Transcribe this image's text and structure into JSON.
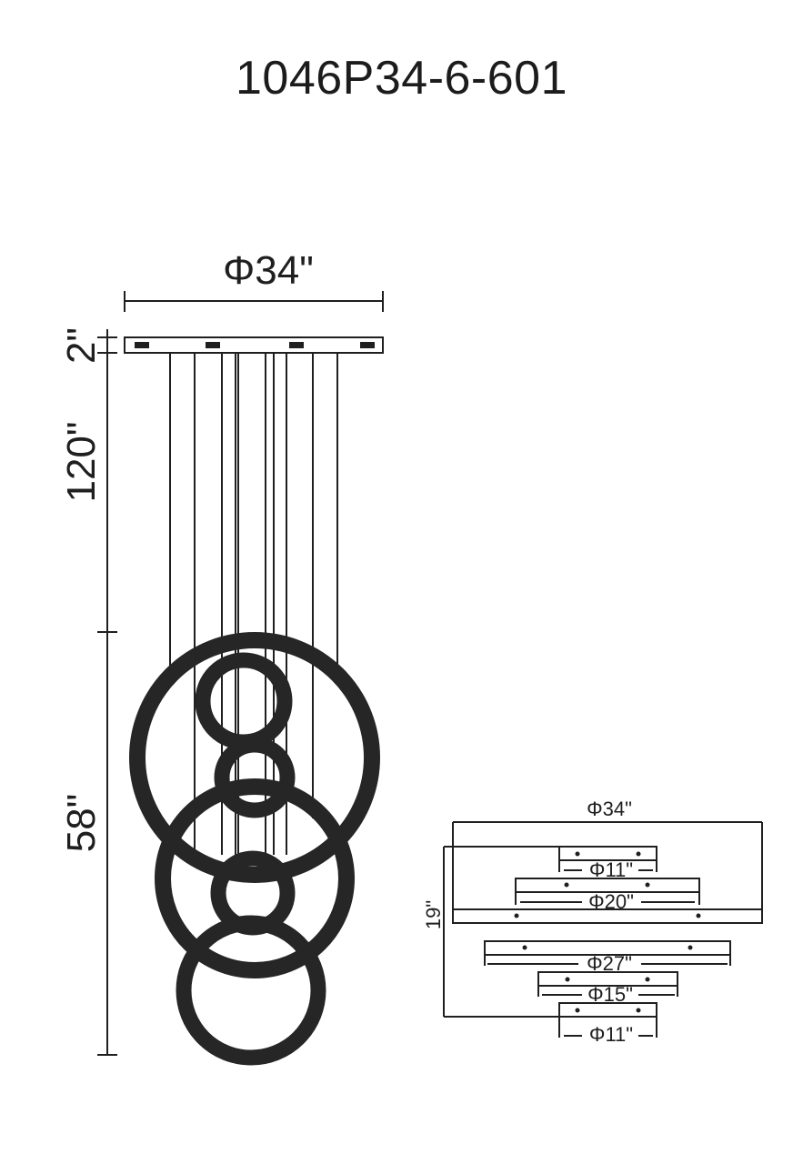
{
  "title": "1046P34-6-601",
  "front_view": {
    "width_label": "Φ34\"",
    "canopy_height_label": "2\"",
    "cable_length_label": "120\"",
    "fixture_height_label": "58\""
  },
  "side_view": {
    "overall_width_label": "Φ34\"",
    "overall_height_label": "19\"",
    "tiers": [
      {
        "label": "Φ11\""
      },
      {
        "label": "Φ20\""
      },
      {
        "label": "Φ27\""
      },
      {
        "label": "Φ15\""
      },
      {
        "label": "Φ11\""
      }
    ]
  },
  "colors": {
    "line": "#1f1f1f",
    "background": "#ffffff"
  }
}
